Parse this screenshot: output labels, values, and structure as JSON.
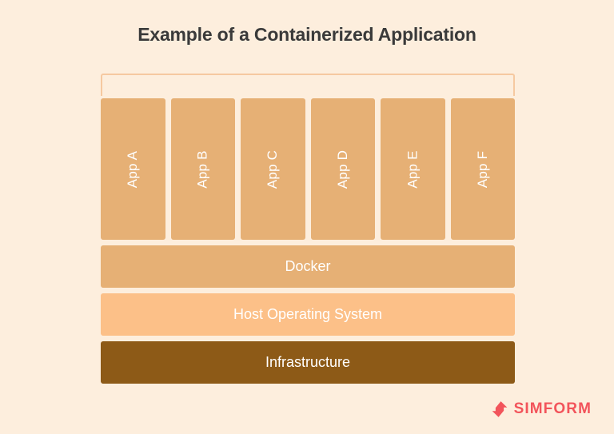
{
  "page": {
    "title": "Example of a Containerized Application",
    "background_color": "#fdeedd"
  },
  "diagram": {
    "bracket": {
      "name": "containers-bracket",
      "border_color": "#f6c9a0"
    },
    "apps": [
      {
        "label": "App A",
        "color": "#e6b075"
      },
      {
        "label": "App B",
        "color": "#e6b075"
      },
      {
        "label": "App C",
        "color": "#e6b075"
      },
      {
        "label": "App D",
        "color": "#e6b075"
      },
      {
        "label": "App E",
        "color": "#e6b075"
      },
      {
        "label": "App F",
        "color": "#e6b075"
      }
    ],
    "layers": [
      {
        "label": "Docker",
        "color": "#e6b075",
        "text_color": "#ffffff"
      },
      {
        "label": "Host Operating System",
        "color": "#fcc088",
        "text_color": "#ffffff"
      },
      {
        "label": "Infrastructure",
        "color": "#8d5a17",
        "text_color": "#ffffff"
      }
    ]
  },
  "brand": {
    "name": "SIMFORM",
    "logo_icon": "simform-logo-icon",
    "color": "#f2545b"
  }
}
